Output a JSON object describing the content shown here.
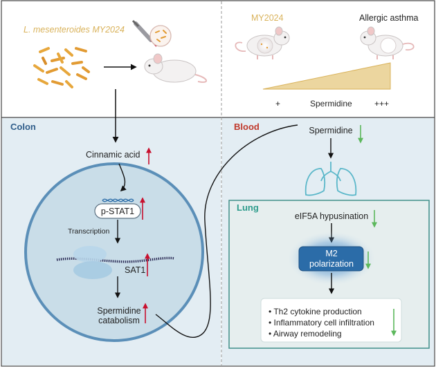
{
  "top_left": {
    "bacteria_label": "L. mesenteroides MY2024"
  },
  "top_right": {
    "label_my2024": "MY2024",
    "label_asthma": "Allergic asthma",
    "scale_low": "+",
    "scale_mid": "Spermidine",
    "scale_high": "+++"
  },
  "colon": {
    "title": "Colon",
    "cinnamic": "Cinnamic acid",
    "pstat1": "p-STAT1",
    "transcription": "Transcription",
    "sat1": "SAT1",
    "sperm_line1": "Spermidine",
    "sperm_line2": "catabolism"
  },
  "blood": {
    "title": "Blood",
    "spermidine": "Spermidine"
  },
  "lung": {
    "title": "Lung",
    "eif5a": "eIF5A hypusination",
    "m2_line1": "M2",
    "m2_line2": "polarization",
    "outcomes": [
      "Th2 cytokine production",
      "Inflammatory cell infiltration",
      "Airway remodeling"
    ]
  },
  "colors": {
    "colon_title": "#2f5d8a",
    "blood_title": "#c0392b",
    "lung_title": "#2e9c8c",
    "gold": "#d9b25a",
    "up_arrow": "#c8102e",
    "down_arrow": "#5cb85c",
    "m2_box": "#2b6ca8"
  }
}
